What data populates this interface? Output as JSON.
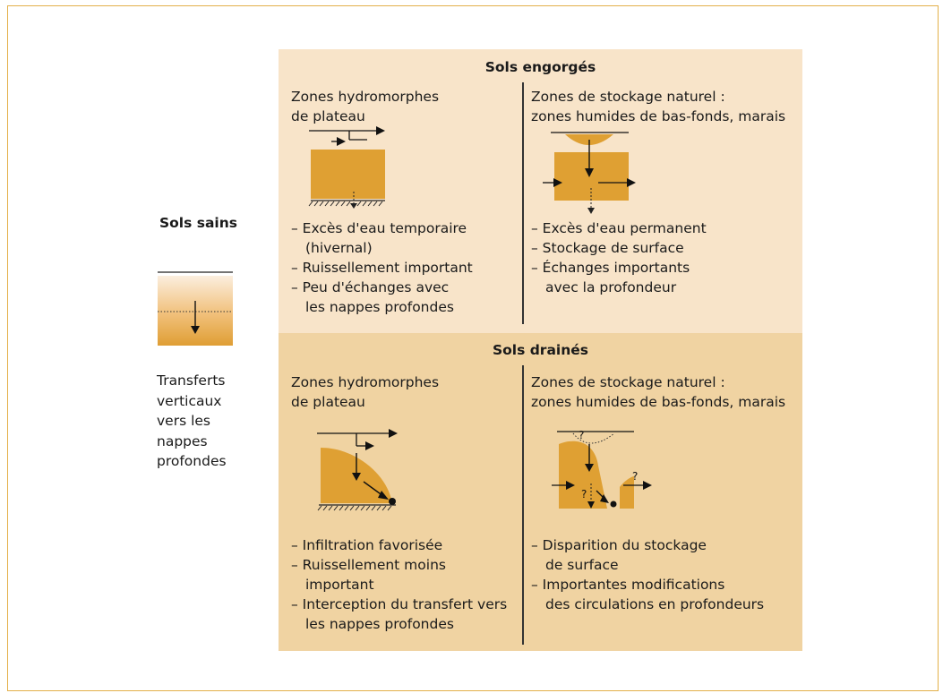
{
  "left": {
    "heading": "Sols sains",
    "caption_lines": [
      "Transferts",
      "verticaux",
      "vers les",
      "nappes",
      "profondes"
    ]
  },
  "top_section": {
    "title": "Sols engorgés",
    "left": {
      "heading_lines": [
        "Zones hydromorphes",
        "de plateau"
      ],
      "bullets": [
        "– Excès d'eau temporaire",
        "(hivernal)",
        "– Ruissellement important",
        "– Peu d'échanges avec",
        "les nappes profondes"
      ]
    },
    "right": {
      "heading_lines": [
        "Zones de stockage naturel :",
        "zones humides de bas-fonds, marais"
      ],
      "bullets": [
        "– Excès d'eau permanent",
        "– Stockage de surface",
        "– Échanges importants",
        "avec la profondeur"
      ]
    }
  },
  "bottom_section": {
    "title": "Sols drainés",
    "left": {
      "heading_lines": [
        "Zones hydromorphes",
        "de plateau"
      ],
      "bullets": [
        "– Infiltration favorisée",
        "– Ruissellement moins",
        "important",
        "– Interception du transfert vers",
        "les nappes profondes"
      ]
    },
    "right": {
      "heading_lines": [
        "Zones de stockage naturel :",
        "zones humides de bas-fonds, marais"
      ],
      "bullets": [
        "– Disparition du stockage",
        "de surface",
        "– Importantes modifications",
        "des circulations en profondeurs"
      ],
      "diagram_marks": [
        "?",
        "?",
        "?"
      ]
    }
  },
  "colors": {
    "soil": "#dfa033",
    "panel_top": "#f8e4c9",
    "panel_bottom": "#f0d3a2",
    "frame": "#e3b04a"
  }
}
